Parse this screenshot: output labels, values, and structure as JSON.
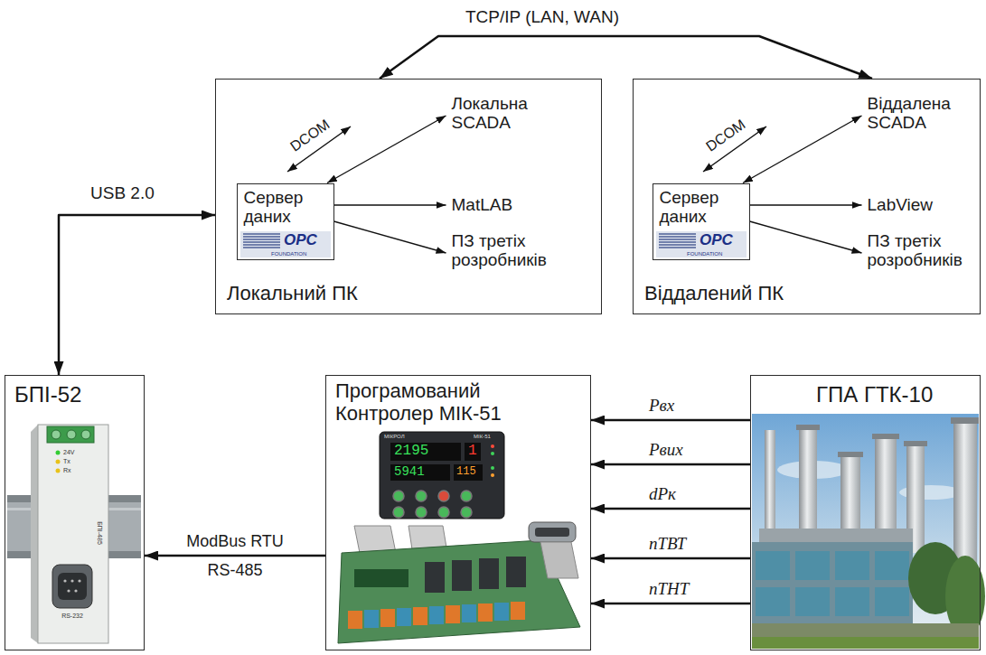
{
  "diagram": {
    "nodes": [
      {
        "text": [
          "Локальний ПК"
        ]
      },
      {
        "text": [
          "Сервер даних"
        ],
        "in": 0
      },
      {
        "text": [
          "Локальна SCADA"
        ],
        "in": 0
      },
      {
        "text": [
          "MatLAB"
        ],
        "in": 0
      },
      {
        "text": [
          "ПЗ третіх розробників"
        ],
        "in": 0
      },
      {
        "text": [
          "Віддалений ПК"
        ]
      },
      {
        "text": [
          "Сервер даних"
        ],
        "in": 5
      },
      {
        "text": [
          "Віддалена SCADA"
        ],
        "in": 5
      },
      {
        "text": [
          "LabView"
        ],
        "in": 5
      },
      {
        "text": [
          "ПЗ третіх розробників"
        ],
        "in": 5
      },
      {
        "text": [
          "БПІ-52"
        ]
      },
      {
        "text": [
          "Програмований Контролер МІК-51"
        ]
      },
      {
        "text": [
          "ГПА ГТК-10"
        ]
      }
    ],
    "edges": [
      {
        "from": 0,
        "to": 5,
        "arrow": "both",
        "label": "TCP/IP (LAN, WAN)"
      },
      {
        "from": 1,
        "to": 2,
        "arrow": "both"
      },
      {
        "from": 1,
        "to": 3,
        "arrow": "to"
      },
      {
        "from": 1,
        "to": 4,
        "arrow": "to"
      },
      {
        "from": 6,
        "to": 7,
        "arrow": "both"
      },
      {
        "from": 6,
        "to": 8,
        "arrow": "to"
      },
      {
        "from": 6,
        "to": 9,
        "arrow": "to"
      },
      {
        "from": 10,
        "to": 0,
        "arrow": "both",
        "label": "USB 2.0"
      },
      {
        "from": 11,
        "to": 10,
        "arrow": "to",
        "label": "ModBus RTU RS-485"
      },
      {
        "from": 12,
        "to": 11,
        "arrow": "to",
        "label": "Pвх"
      },
      {
        "from": 12,
        "to": 11,
        "arrow": "to",
        "label": "Pвих"
      },
      {
        "from": 12,
        "to": 11,
        "arrow": "to",
        "label": "dPк"
      },
      {
        "from": 12,
        "to": 11,
        "arrow": "to",
        "label": "nТВТ"
      },
      {
        "from": 12,
        "to": 11,
        "arrow": "to",
        "label": "nТНТ"
      }
    ],
    "labels": [
      "DCOM",
      "DCOM",
      "OPC",
      "FOUNDATION",
      "OPC",
      "FOUNDATION",
      "24V",
      "Tx",
      "Rx",
      "БПІ-485",
      "RS-232",
      "МІКРОЛ",
      "МІК-51",
      "2195",
      "1",
      "5941",
      "115"
    ]
  }
}
